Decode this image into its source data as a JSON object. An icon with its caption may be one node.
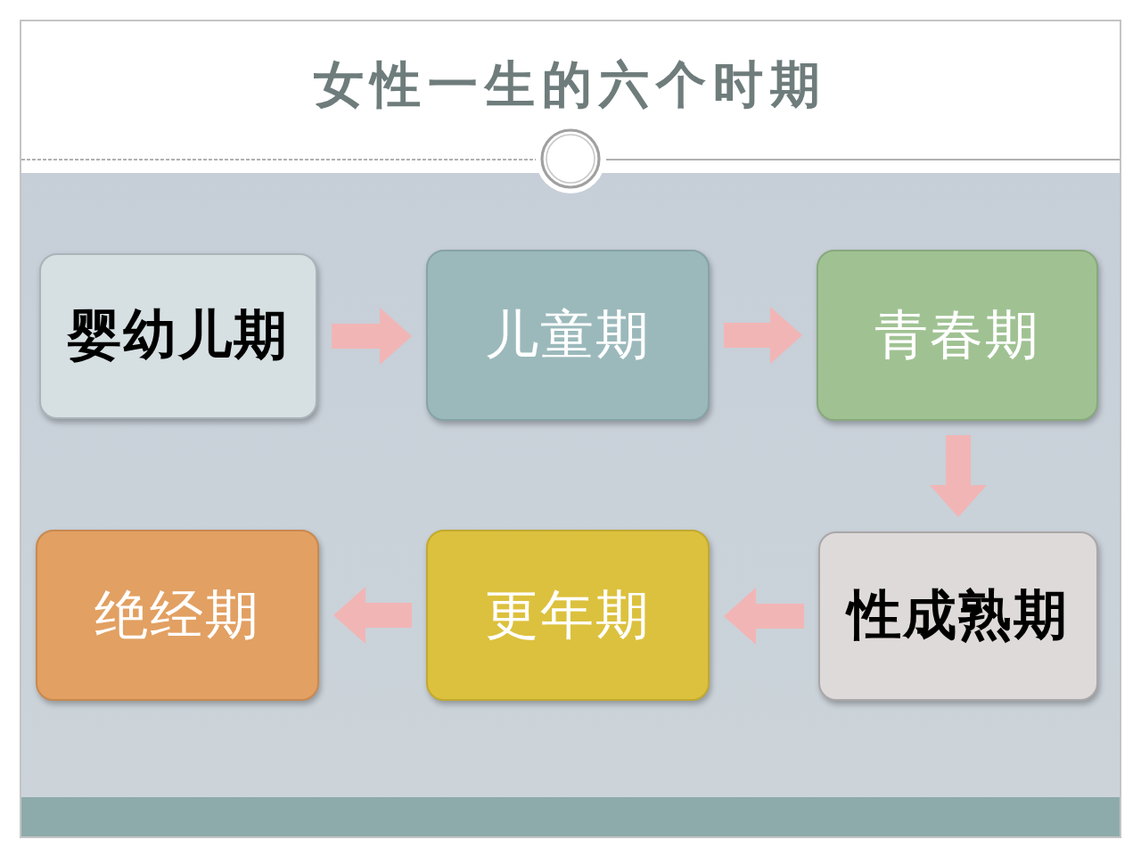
{
  "diagram": {
    "title": "女性一生的六个时期",
    "nodes": [
      {
        "text": [
          "婴幼儿期"
        ]
      },
      {
        "text": [
          "儿童期"
        ]
      },
      {
        "text": [
          "青春期"
        ]
      },
      {
        "text": [
          "绝经期"
        ]
      },
      {
        "text": [
          "更年期"
        ]
      },
      {
        "text": [
          "性成熟期"
        ]
      }
    ],
    "edges": [
      {
        "from": 0,
        "to": 1,
        "arrow": "to"
      },
      {
        "from": 1,
        "to": 2,
        "arrow": "to"
      },
      {
        "from": 2,
        "to": 5,
        "arrow": "to"
      },
      {
        "from": 5,
        "to": 4,
        "arrow": "to"
      },
      {
        "from": 4,
        "to": 3,
        "arrow": "to"
      }
    ]
  }
}
